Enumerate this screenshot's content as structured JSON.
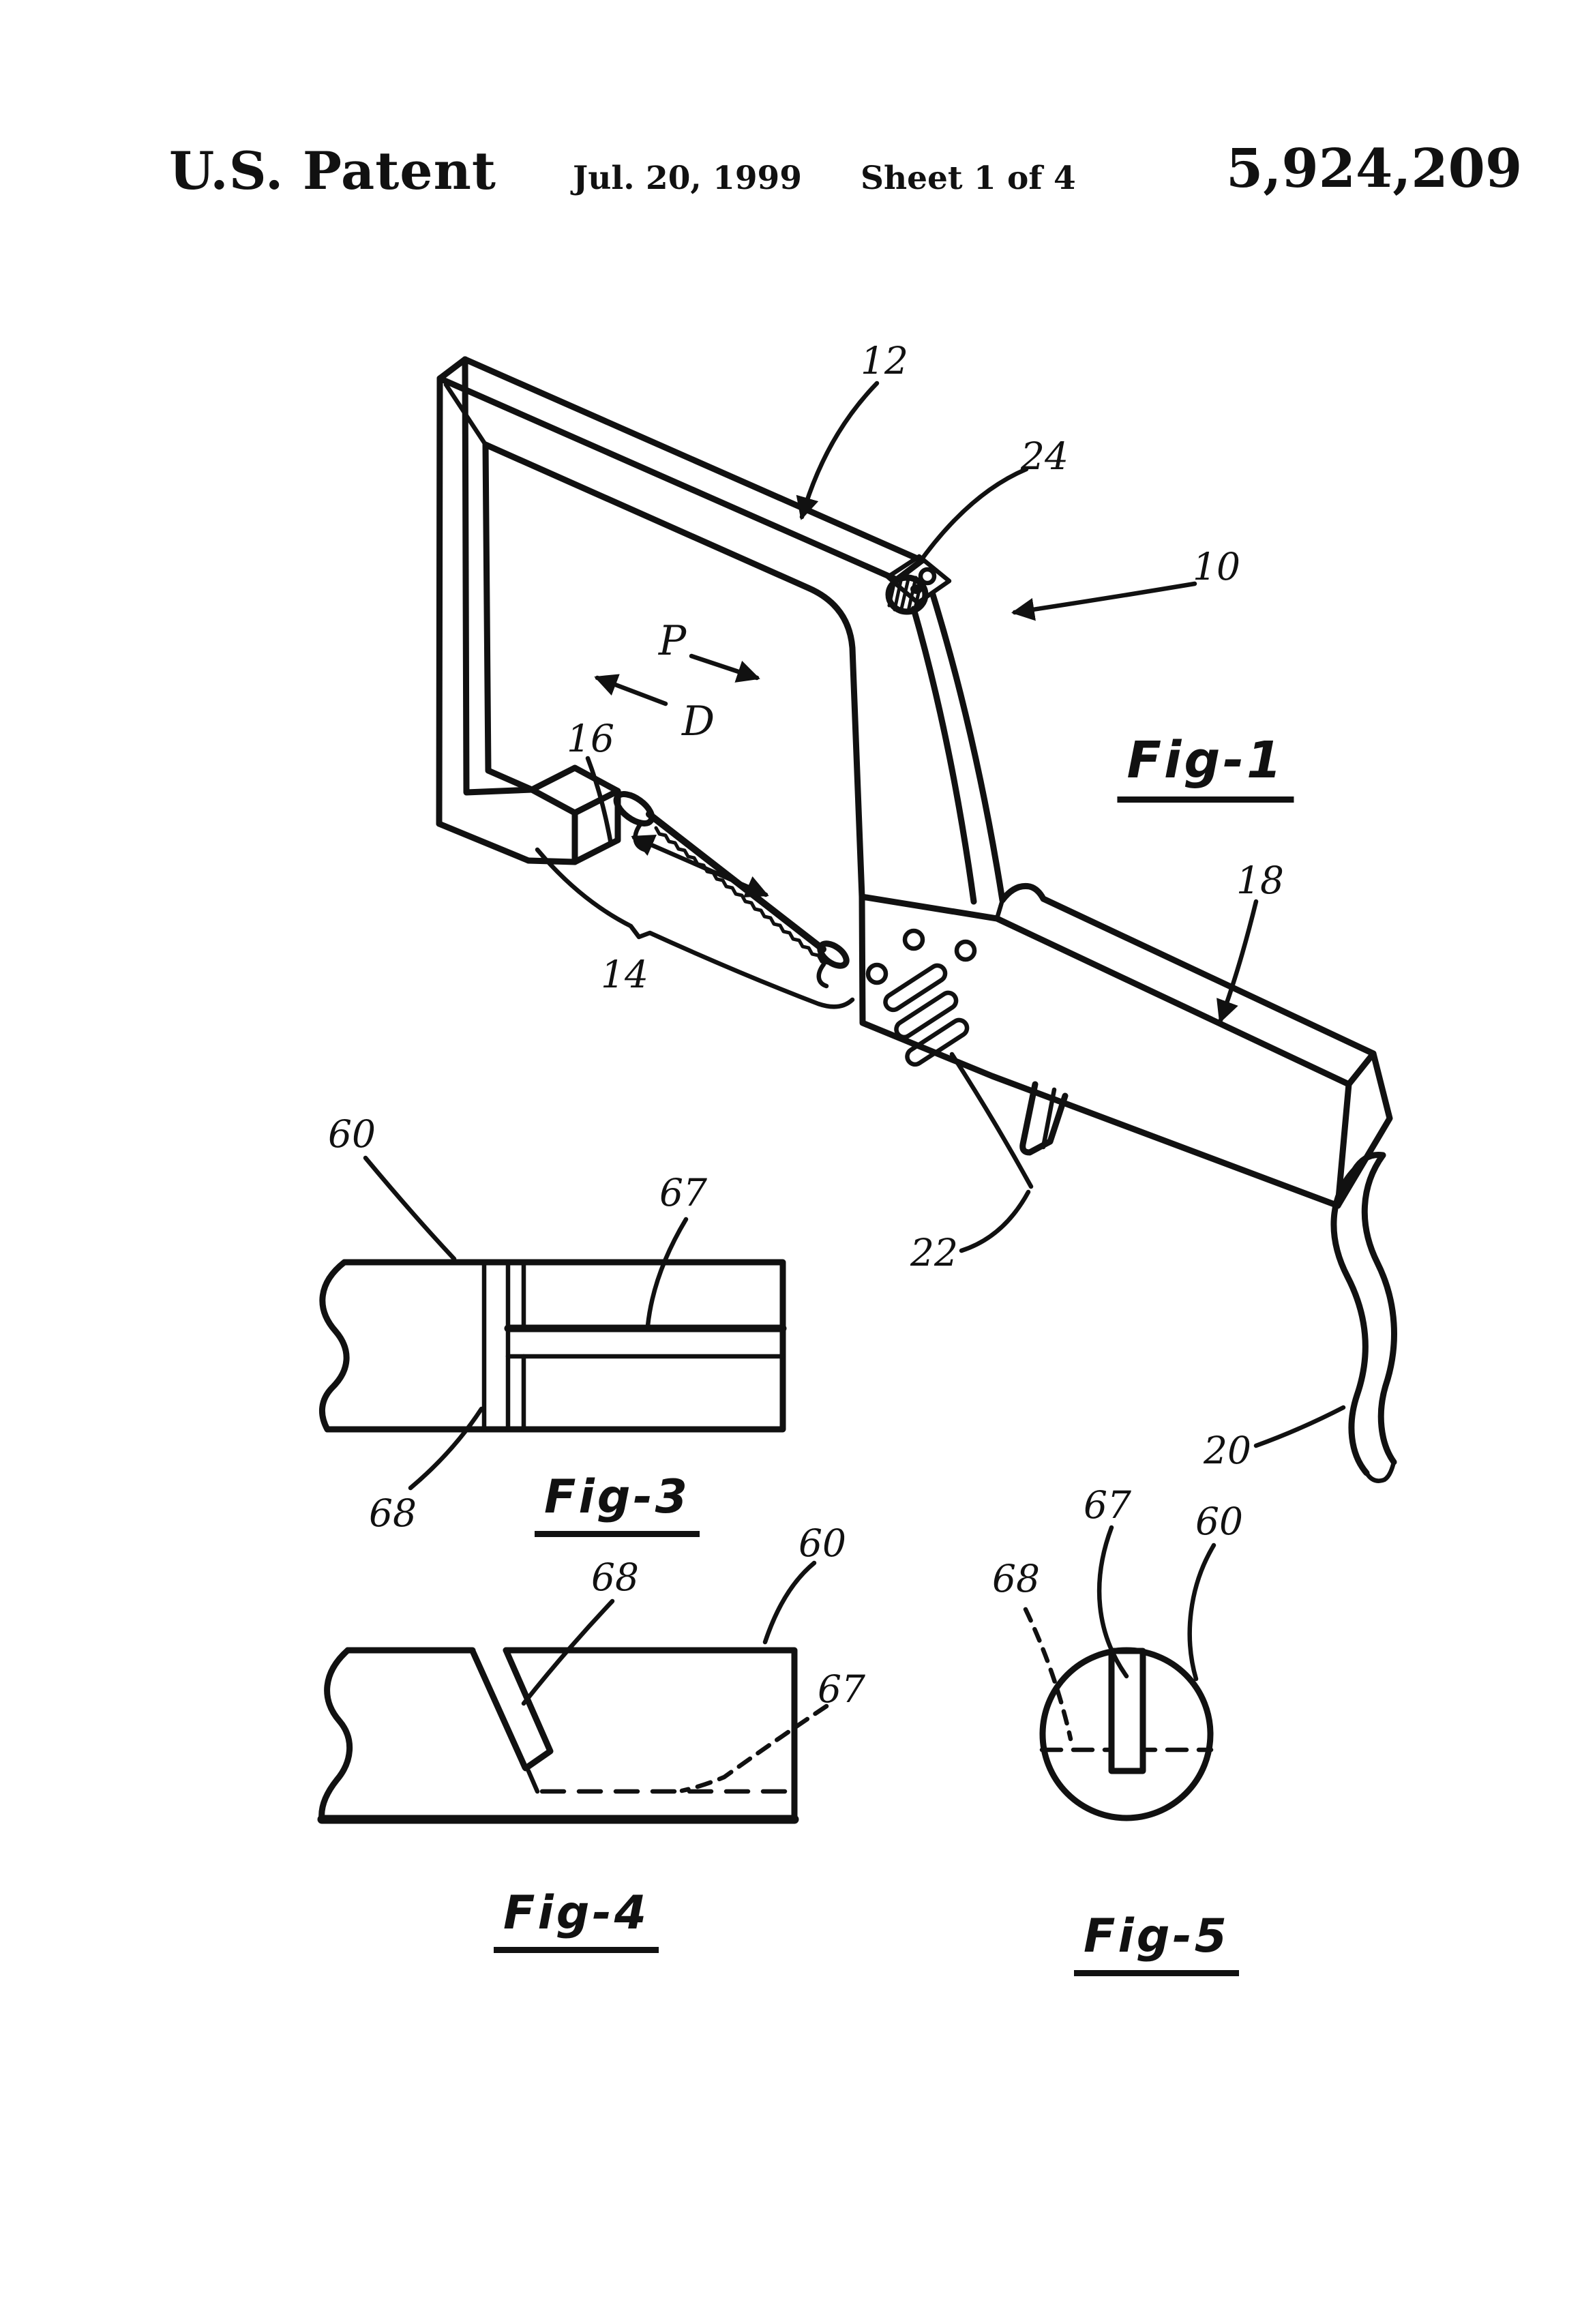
{
  "page": {
    "background": "#ffffff",
    "ink": "#111111"
  },
  "header": {
    "title": "U.S. Patent",
    "date": "Jul. 20, 1999",
    "sheet": "Sheet 1 of 4",
    "patent_number": "5,924,209"
  },
  "fig1": {
    "caption": "Fig-1",
    "labels": {
      "r12": "12",
      "r24": "24",
      "r10": "10",
      "r16": "16",
      "r14": "14",
      "r18": "18",
      "r22": "22",
      "r20": "20"
    },
    "arrows": {
      "push": "P",
      "draw": "D"
    }
  },
  "fig3": {
    "caption": "Fig-3",
    "labels": {
      "r60": "60",
      "r67": "67",
      "r68": "68"
    }
  },
  "fig4": {
    "caption": "Fig-4",
    "labels": {
      "r68": "68",
      "r60": "60",
      "r67": "67"
    }
  },
  "fig5": {
    "caption": "Fig-5",
    "labels": {
      "r67": "67",
      "r60": "60",
      "r68": "68"
    }
  }
}
